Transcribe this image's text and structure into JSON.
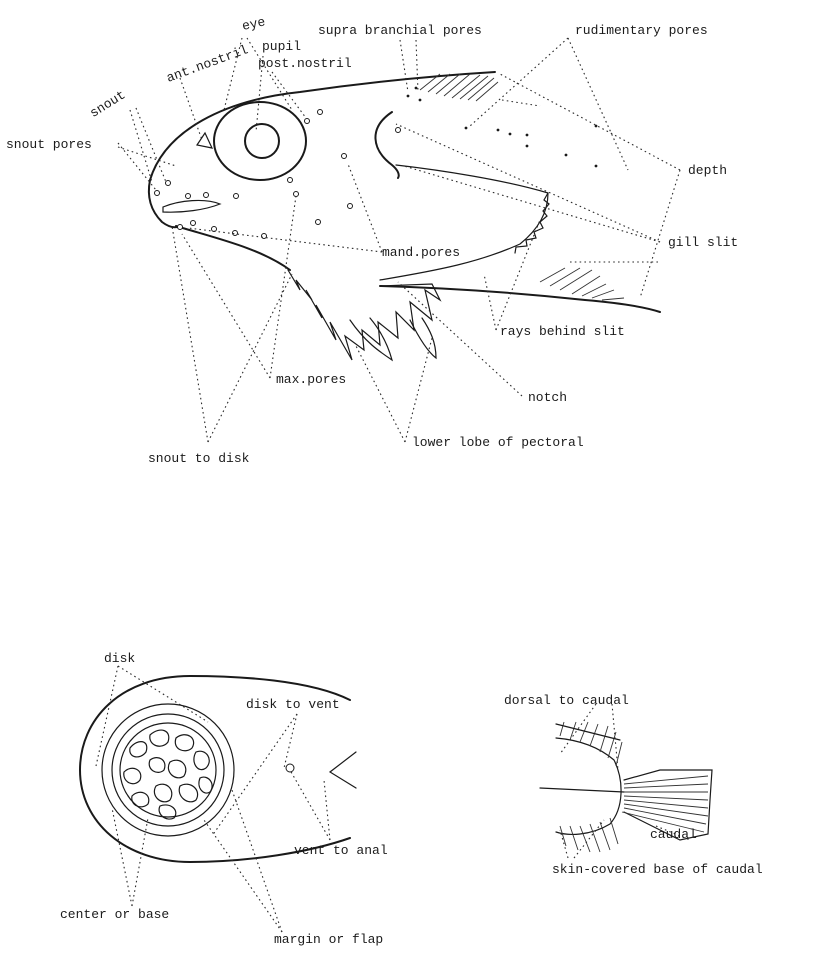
{
  "head_diagram": {
    "labels": {
      "snout": "snout",
      "ant_nostril": "ant.nostril",
      "eye": "eye",
      "pupil": "pupil",
      "post_nostril": "post.nostril",
      "supra_branchial_pores": "supra branchial pores",
      "rudimentary_pores": "rudimentary pores",
      "snout_pores": "snout pores",
      "depth": "depth",
      "gill_slit": "gill slit",
      "mand_pores": "mand.pores",
      "rays_behind_slit": "rays behind slit",
      "max_pores": "max.pores",
      "notch": "notch",
      "lower_lobe_of_pectoral": "lower lobe of pectoral",
      "snout_to_disk": "snout to disk"
    }
  },
  "disk_diagram": {
    "labels": {
      "disk": "disk",
      "disk_to_vent": "disk to vent",
      "vent_to_anal": "vent to anal",
      "center_or_base": "center or base",
      "margin_or_flap": "margin or flap"
    }
  },
  "tail_diagram": {
    "labels": {
      "dorsal_to_caudal": "dorsal to caudal",
      "caudal": "caudal",
      "skin_covered_base_of_caudal": "skin-covered base of caudal"
    }
  }
}
